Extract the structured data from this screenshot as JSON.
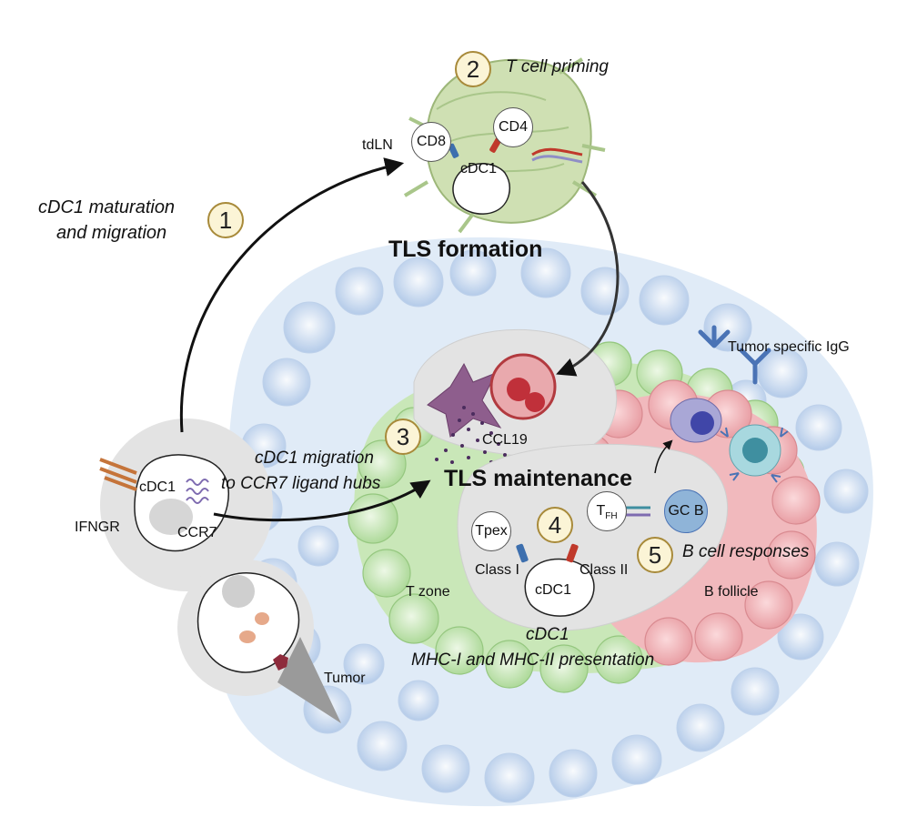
{
  "steps": {
    "s1": "1",
    "s2": "2",
    "s3": "3",
    "s4": "4",
    "s5": "5"
  },
  "labels": {
    "t_cell_priming": "T cell priming",
    "tdln": "tdLN",
    "cd8": "CD8",
    "cd4": "CD4",
    "cdc1_ln": "cDC1",
    "maturation_line1": "cDC1 maturation",
    "maturation_line2": "and migration",
    "tls_formation": "TLS formation",
    "tumor_specific_igg": "Tumor specific IgG",
    "ccl19": "CCL19",
    "tls_maintenance": "TLS maintenance",
    "migration_line1": "cDC1 migration",
    "migration_line2": "to CCR7 ligand hubs",
    "cdc1_left": "cDC1",
    "ifngr": "IFNGR",
    "ccr7": "CCR7",
    "tpex": "Tpex",
    "tfh_main": "T",
    "tfh_sub": "FH",
    "gc_b": "GC B",
    "b_cell_responses": "B cell responses",
    "class_i": "Class I",
    "class_ii": "Class II",
    "cdc1_center": "cDC1",
    "t_zone": "T zone",
    "b_follicle": "B follicle",
    "tumor": "Tumor",
    "cdc1_italic": "cDC1",
    "presentation": "MHC-I and MHC-II presentation"
  },
  "colors": {
    "tumor_fill": "#dbe7f6",
    "tzone_fill": "#c9e7b8",
    "bfollicle_fill": "#f1b9bd",
    "hub_fill": "#e3e3e3",
    "step_badge": "#fbf4d6",
    "receptor_blue": "#3d6fae",
    "receptor_red": "#c0392b",
    "ccr7_purple": "#7e6bb0",
    "ifngr_orange": "#c5743a",
    "igg_blue": "#4a73b5"
  }
}
